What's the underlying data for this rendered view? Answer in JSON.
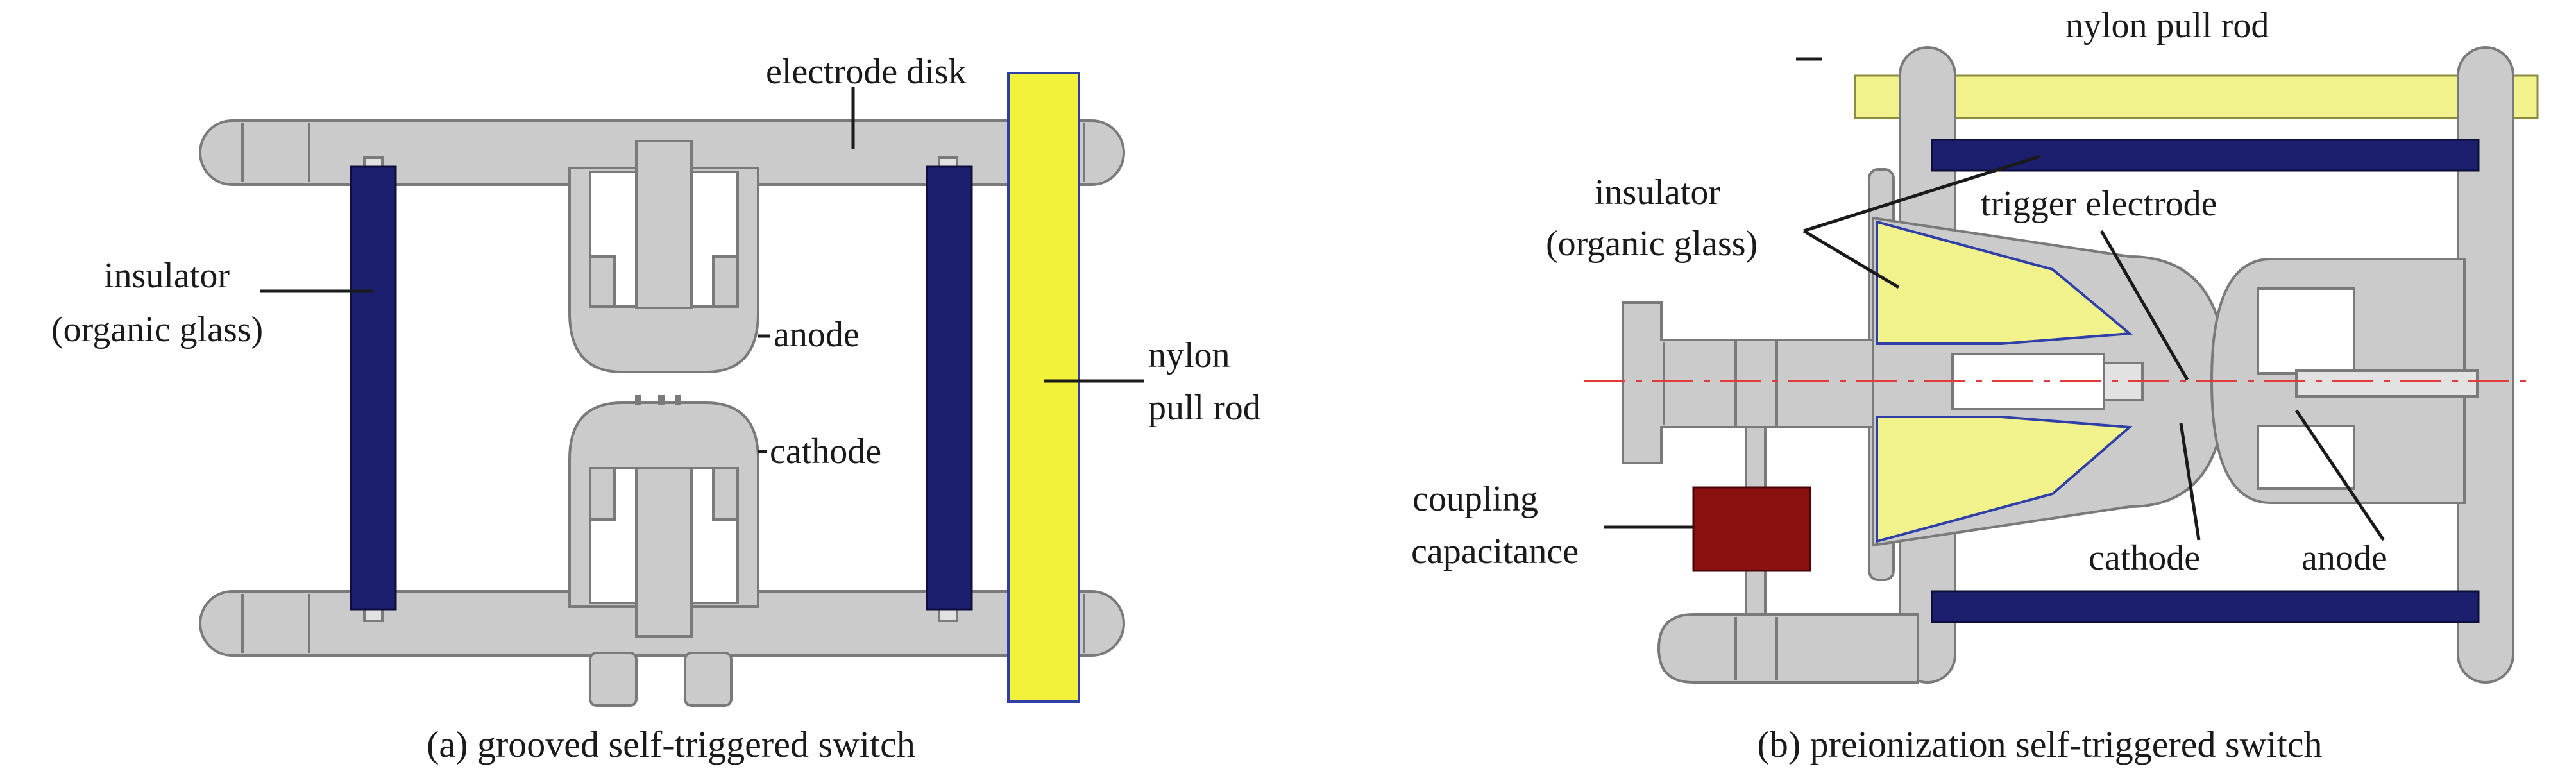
{
  "panel_a": {
    "caption": "(a) grooved self-triggered switch",
    "labels": {
      "electrode_disk": "electrode disk",
      "insulator_line1": "insulator",
      "insulator_line2": "(organic glass)",
      "anode": "anode",
      "cathode": "cathode",
      "nylon_line1": "nylon",
      "nylon_line2": "pull rod"
    }
  },
  "panel_b": {
    "caption": "(b) preionization self-triggered switch",
    "labels": {
      "nylon_pull_rod": "nylon pull rod",
      "insulator_line1": "insulator",
      "insulator_line2": "(organic glass)",
      "trigger_electrode": "trigger electrode",
      "coupling_line1": "coupling",
      "coupling_line2": "capacitance",
      "cathode": "cathode",
      "anode": "anode"
    }
  },
  "colors": {
    "metal": "#cbcbcb",
    "metal_outline": "#7a7a7a",
    "insulator": "#1c1f6e",
    "nylon_rod": "#f2f23a",
    "organic_glass": "#f2f28c",
    "capacitor": "#8b1010",
    "axis_line": "#e23b3b"
  }
}
